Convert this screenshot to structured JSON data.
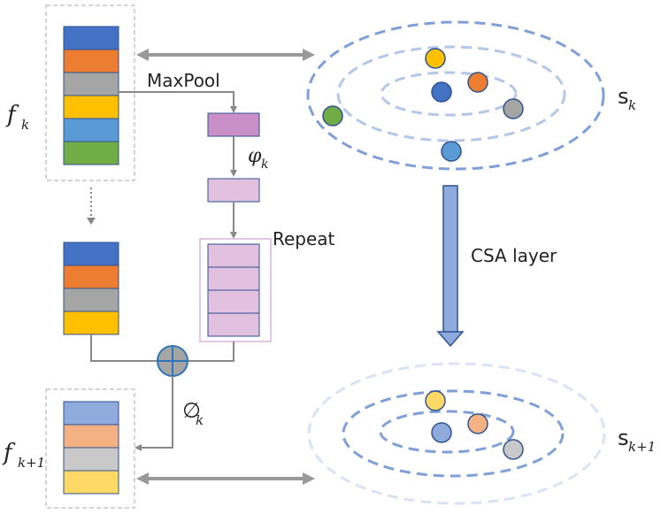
{
  "labels": {
    "f_k": "f",
    "f_k_sub": "k",
    "f_k1": "f",
    "f_k1_sub": "k+1",
    "s_k": "s",
    "s_k_sub": "k",
    "s_k1": "s",
    "s_k1_sub": "k+1",
    "maxpool": "MaxPool",
    "phi": "φ",
    "phi_sub": "k",
    "repeat": "Repeat",
    "csa": "CSA layer",
    "empty_set": "∅",
    "empty_set_sub": "k"
  },
  "colors": {
    "block_blue": "#4472c4",
    "block_orange": "#ed7d31",
    "block_gray": "#a5a5a5",
    "block_yellow": "#ffc000",
    "block_lightblue": "#5b9bd5",
    "block_green": "#70ad47",
    "light_blue": "#8faadc",
    "light_orange": "#f4b183",
    "light_gray": "#c9c9c9",
    "light_yellow": "#ffd966",
    "pool_purple": "#c990c8",
    "pale_purple": "#e1c0e0",
    "ellipse_dark": "#7f9fd6",
    "ellipse_light": "#b4c7e7",
    "csa_arrow": "#8faadc"
  },
  "icons": {
    "sum_node": "circle-plus-icon",
    "double_arrow": "double-headed-arrow-icon"
  }
}
